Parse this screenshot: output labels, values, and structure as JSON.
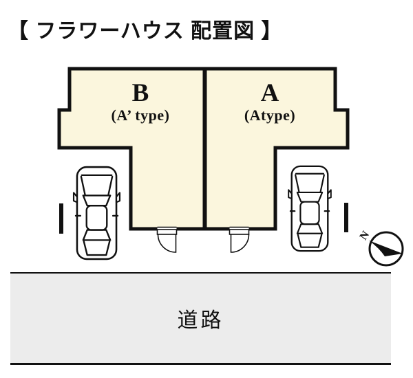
{
  "title": "【 フラワーハウス 配置図 】",
  "building": {
    "units": [
      {
        "name": "B",
        "type": "(A’ type)"
      },
      {
        "name": "A",
        "type": "(Atype)"
      }
    ]
  },
  "road": {
    "label": "道路"
  },
  "compass": {
    "north_label": "N"
  },
  "colors": {
    "page-bg": "#FFFFFF",
    "building-fill": "#FBF6DD",
    "wall": "#111111",
    "ink": "#111111",
    "road-fill": "#ECECEC"
  }
}
